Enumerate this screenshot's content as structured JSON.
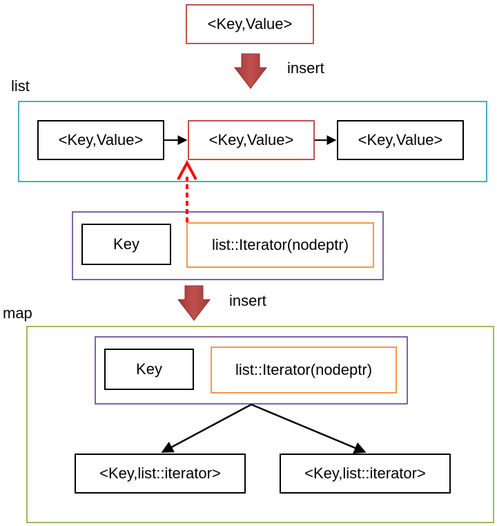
{
  "top_pair": "<Key,Value>",
  "insert_label_1": "insert",
  "list_label": "list",
  "list_nodes": [
    "<Key,Value>",
    "<Key,Value>",
    "<Key,Value>"
  ],
  "entry": {
    "key": "Key",
    "iterator": "list::Iterator(nodeptr)"
  },
  "insert_label_2": "insert",
  "map_label": "map",
  "map_entry": {
    "key": "Key",
    "iterator": "list::Iterator(nodeptr)"
  },
  "map_children": [
    "<Key,list::iterator>",
    "<Key,list::iterator>"
  ],
  "colors": {
    "red_border": "#c0504d",
    "arrow_fill": "#c0504d",
    "teal_border": "#4bacc6",
    "purple_border": "#8064a2",
    "orange_border": "#f79646",
    "green_border": "#9bbb59",
    "dashed_arrow": "#ff0000"
  }
}
